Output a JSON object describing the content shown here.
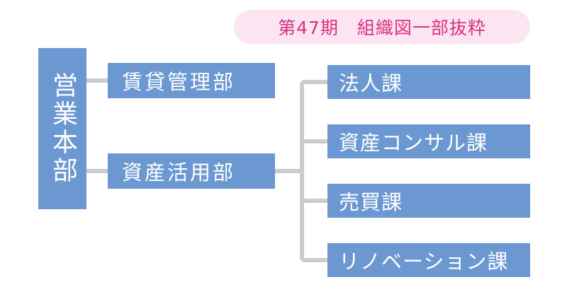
{
  "title": "第47期　組織図一部抜粋",
  "colors": {
    "box_fill": "#6b98d0",
    "box_text": "#ffffff",
    "connector": "#cccccc",
    "title_bg": "#fce4f0",
    "title_text": "#d63384"
  },
  "root": {
    "label": "営業本部"
  },
  "departments": [
    {
      "label": "賃貸管理部"
    },
    {
      "label": "資産活用部"
    }
  ],
  "sections": [
    {
      "label": "法人課"
    },
    {
      "label": "資産コンサル課"
    },
    {
      "label": "売買課"
    },
    {
      "label": "リノベーション課"
    }
  ]
}
